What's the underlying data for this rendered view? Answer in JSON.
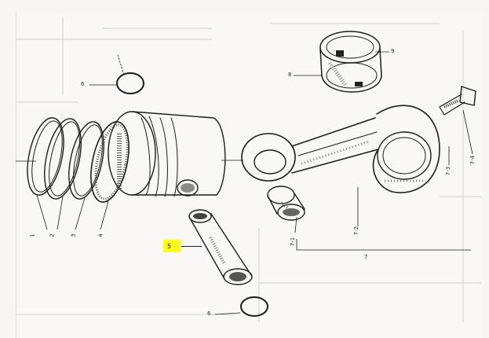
{
  "diagram": {
    "labels": {
      "ring_1": "1",
      "ring_2": "2",
      "ring_3": "3",
      "ring_4": "4",
      "pin": "5",
      "clip_top": "6",
      "clip_bottom": "6",
      "rod": "7",
      "rod_bush": "7-1",
      "rod_body": "7-2",
      "rod_cap": "7-3",
      "rod_bolt": "7-4",
      "bearing_left": "8",
      "bearing_right": "9"
    },
    "highlight_color": "#ffff1a"
  }
}
